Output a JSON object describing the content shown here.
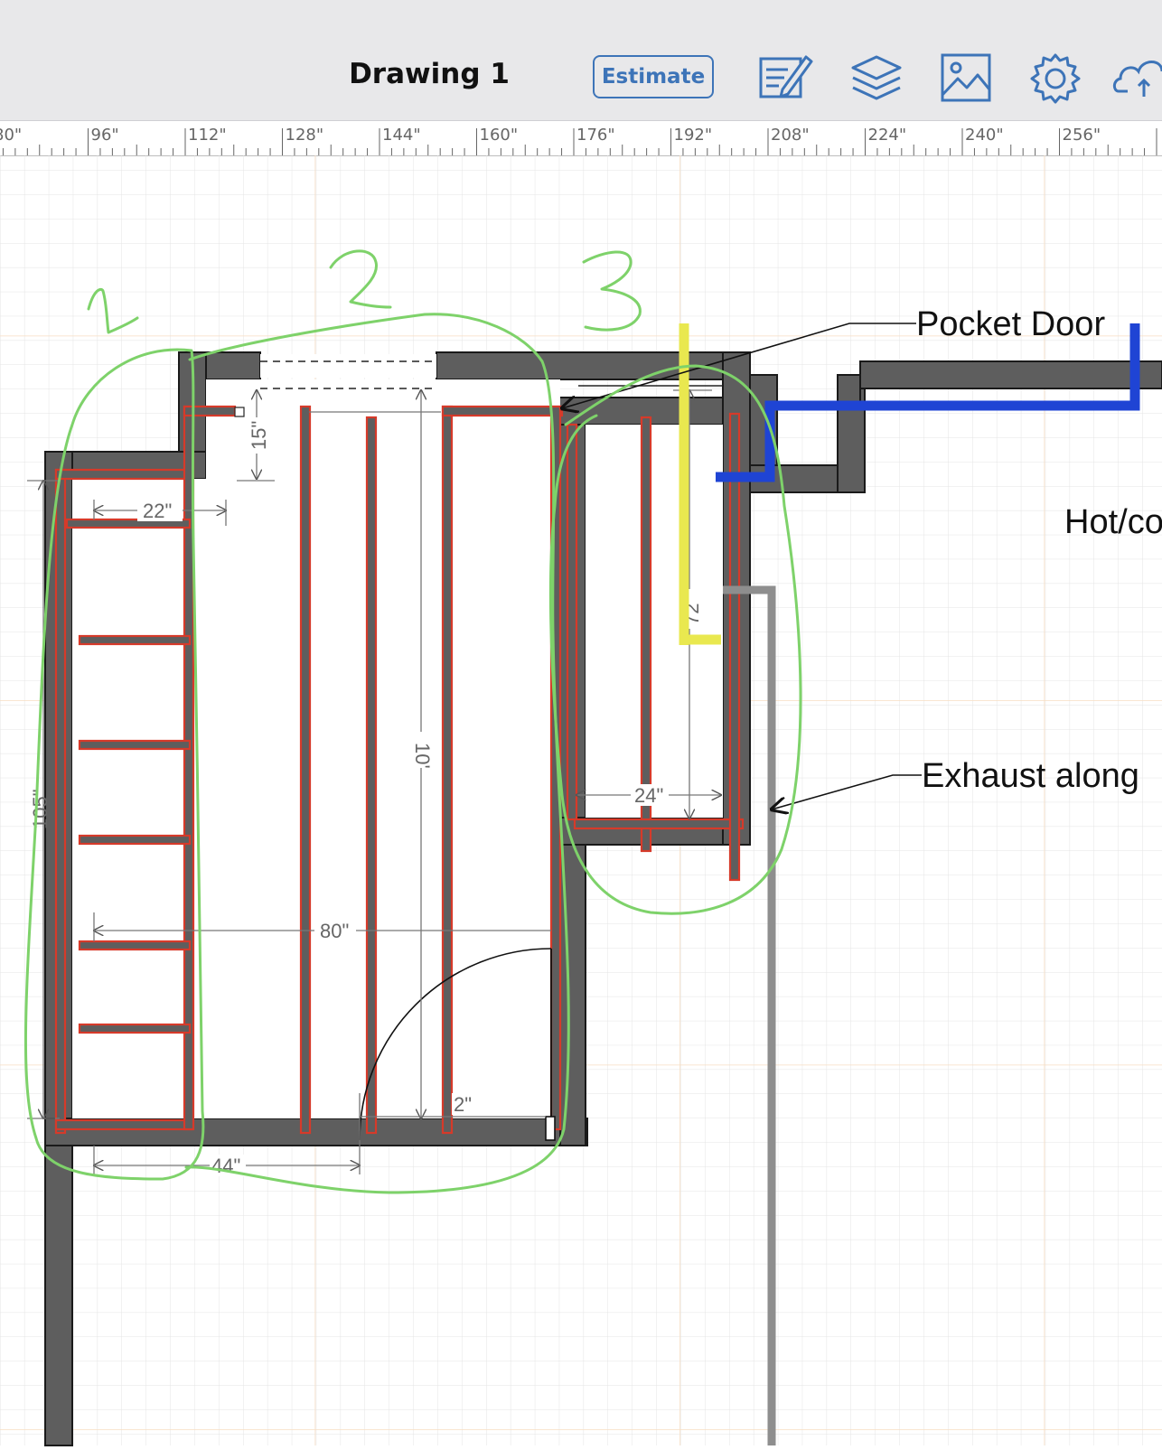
{
  "toolbar": {
    "title": "Drawing 1",
    "estimate_label": "Estimate",
    "icons": [
      "edit-icon",
      "layers-icon",
      "image-icon",
      "settings-icon",
      "cloud-upload-icon"
    ],
    "accent_color": "#3d74b8"
  },
  "ruler": {
    "labels": [
      "80\"",
      "96\"",
      "112\"",
      "128\"",
      "144\"",
      "160\"",
      "176\"",
      "192\"",
      "208\"",
      "224\"",
      "240\"",
      "256\""
    ]
  },
  "drawing": {
    "callouts": {
      "pocket_door": "Pocket Door",
      "hot_cold": "Hot/co",
      "exhaust": "Exhaust along"
    },
    "dimensions": {
      "d22": "22\"",
      "d15": "15\"",
      "d10": "10'",
      "d72": "72\"",
      "d24": "24\"",
      "d80": "80\"",
      "d105": "105\"",
      "d44": "44\"",
      "d2": "2\""
    },
    "handwritten_numbers": [
      "1",
      "2",
      "3"
    ],
    "colors": {
      "wall": "#5e5e5e",
      "shelf": "#d63a2a",
      "annotation": "#7ed26a",
      "water_line": "#1f44d4",
      "highlight": "#e9e84f",
      "exhaust": "#8e8e8e"
    }
  }
}
